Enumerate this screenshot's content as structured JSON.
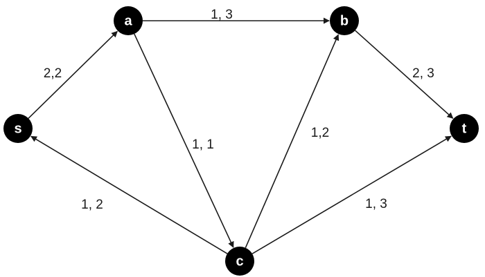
{
  "colors": {
    "node_fill": "#000000",
    "node_text": "#ffffff",
    "edge": "#1a1a1a",
    "label": "#1a1a1a"
  },
  "nodes": [
    {
      "id": "s",
      "label": "s"
    },
    {
      "id": "a",
      "label": "a"
    },
    {
      "id": "b",
      "label": "b"
    },
    {
      "id": "t",
      "label": "t"
    },
    {
      "id": "c",
      "label": "c"
    }
  ],
  "edges": [
    {
      "id": "s-a",
      "from": "s",
      "to": "a",
      "label": "2,2"
    },
    {
      "id": "a-b",
      "from": "a",
      "to": "b",
      "label": "1, 3"
    },
    {
      "id": "b-t",
      "from": "b",
      "to": "t",
      "label": "2, 3"
    },
    {
      "id": "a-c",
      "from": "a",
      "to": "c",
      "label": "1, 1"
    },
    {
      "id": "c-b",
      "from": "c",
      "to": "b",
      "label": "1,2"
    },
    {
      "id": "c-s",
      "from": "c",
      "to": "s",
      "label": "1, 2"
    },
    {
      "id": "c-t",
      "from": "c",
      "to": "t",
      "label": "1, 3"
    }
  ]
}
